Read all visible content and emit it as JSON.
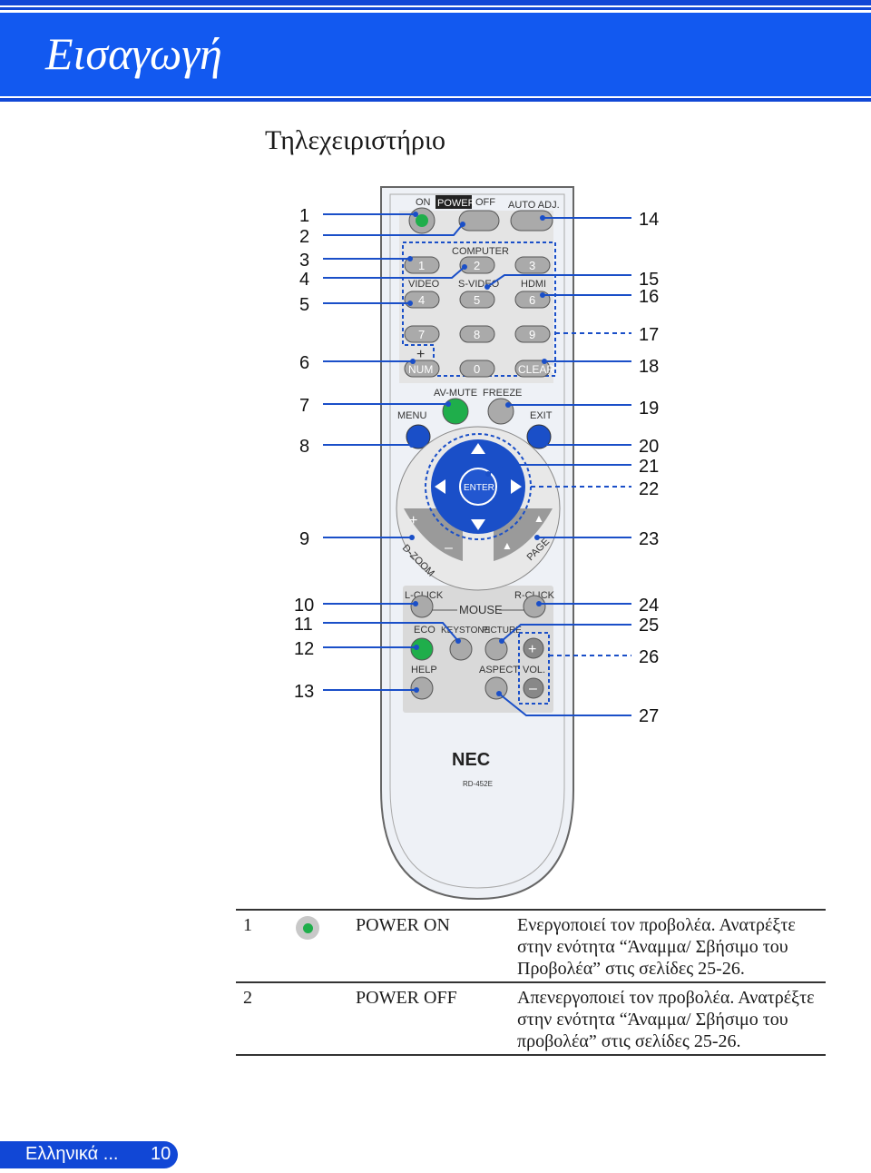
{
  "header": {
    "title": "Εισαγωγή"
  },
  "section": {
    "title": "Τηλεχειριστήριο"
  },
  "remote": {
    "buttons": {
      "on": "ON",
      "power": "POWER",
      "off": "OFF",
      "auto_adj": "AUTO ADJ.",
      "computer": "COMPUTER",
      "video": "VIDEO",
      "s_video": "S-VIDEO",
      "hdmi": "HDMI",
      "num": "NUM",
      "num_plus": "+",
      "clear": "CLEAR",
      "av_mute": "AV-MUTE",
      "freeze": "FREEZE",
      "menu": "MENU",
      "exit": "EXIT",
      "enter": "ENTER",
      "d_zoom": "D-ZOOM",
      "page": "PAGE",
      "l_click": "L-CLICK",
      "r_click": "R-CLICK",
      "mouse": "MOUSE",
      "eco": "ECO",
      "keystone": "KEYSTONE",
      "picture": "PICTURE",
      "help": "HELP",
      "aspect": "ASPECT",
      "vol": "VOL.",
      "digits": [
        "1",
        "2",
        "3",
        "4",
        "5",
        "6",
        "7",
        "8",
        "9",
        "0"
      ],
      "brand": "NEC",
      "model": "RD-452E"
    },
    "left_labels": [
      "1",
      "2",
      "3",
      "4",
      "5",
      "6",
      "7",
      "8",
      "9",
      "10",
      "11",
      "12",
      "13"
    ],
    "right_labels": [
      "14",
      "15",
      "16",
      "17",
      "18",
      "19",
      "20",
      "21",
      "22",
      "23",
      "24",
      "25",
      "26",
      "27"
    ]
  },
  "table": {
    "rows": [
      {
        "num": "1",
        "name": "POWER ON",
        "desc": "Ενεργοποιεί τον προβολέα. Ανατρέξτε στην ενότητα “Άναμμα/ Σβήσιμο του Προβολέα” στις σελίδες 25-26."
      },
      {
        "num": "2",
        "name": "POWER OFF",
        "desc": "Απενεργοποιεί τον προβολέα. Ανατρέξτε στην ενότητα “Άναμμα/ Σβήσιμο του προβολέα” στις σελίδες 25-26."
      }
    ]
  },
  "footer": {
    "language": "Ελληνικά ...",
    "page": "10"
  },
  "colors": {
    "header_blue": "#1259f0",
    "dark_blue": "#1147d6",
    "accent_green": "#1fae4b",
    "button_blue": "#1a4fc8"
  }
}
